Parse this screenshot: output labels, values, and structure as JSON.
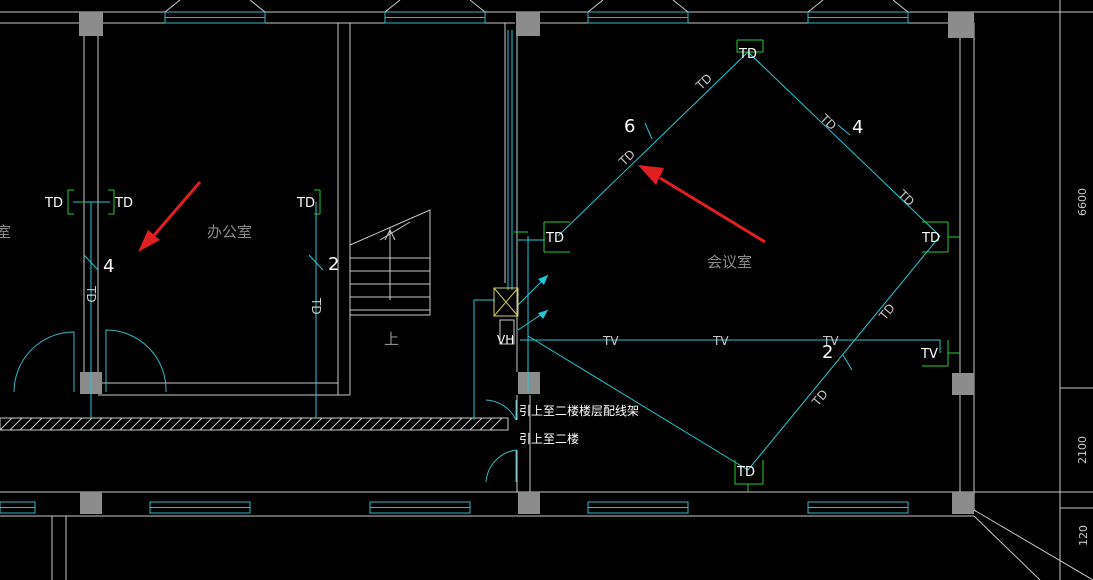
{
  "colors": {
    "background": "#000000",
    "wall": "#c8c8c8",
    "cable": "#22c8d8",
    "outlet": "#22cc33",
    "annotation_arrow": "#e02020",
    "column": "#8c8c8c",
    "window": "#30b8c8",
    "text": "#ffffff"
  },
  "rooms": {
    "office_left_partial": "室",
    "office": "办公室",
    "meeting": "会议室",
    "stair_up": "上"
  },
  "outlets": {
    "td_office_1": "TD",
    "td_office_2": "TD",
    "td_office_3": "TD",
    "td_top": "TD",
    "td_left": "TD",
    "td_right": "TD",
    "td_bottom": "TD",
    "tv_right": "TV"
  },
  "cable_labels": {
    "td_v1": "TD",
    "td_v2": "TD",
    "td_d1": "TD",
    "td_d2": "TD",
    "td_d3": "TD",
    "td_d4": "TD",
    "td_d5": "TD",
    "td_d6": "TD",
    "tv1": "TV",
    "tv2": "TV",
    "tv3": "TV"
  },
  "counts": {
    "office_run_1": "4",
    "office_run_2": "2",
    "meeting_upper_left": "6",
    "meeting_upper_right": "4",
    "meeting_lower": "2"
  },
  "equipment": {
    "vh_label": "VH",
    "riser_note_1": "引上至二楼楼层配线架",
    "riser_note_2": "引上至二楼"
  },
  "dimensions": {
    "d1": "6600",
    "d2": "2100",
    "d3": "120"
  },
  "icons": [
    "red-annotation-arrow",
    "outlet-bracket",
    "column-square",
    "window-symbol",
    "door-swing",
    "junction-box"
  ]
}
